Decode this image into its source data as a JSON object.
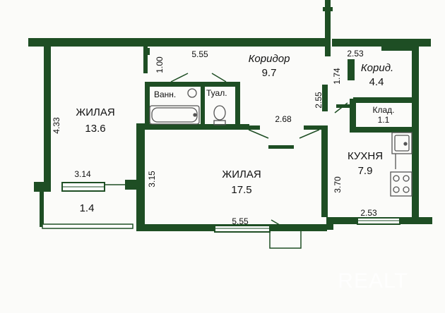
{
  "rooms": [
    {
      "id": "living1",
      "name": "ЖИЛАЯ",
      "area": "13.6",
      "style": "caps"
    },
    {
      "id": "corridor1",
      "name": "Коридор",
      "area": "9.7",
      "style": "italic"
    },
    {
      "id": "bath",
      "name": "Ванн.",
      "area": "",
      "style": "small"
    },
    {
      "id": "toilet",
      "name": "Туал.",
      "area": "",
      "style": "small"
    },
    {
      "id": "corridor2",
      "name": "Корид.",
      "area": "4.4",
      "style": "italic"
    },
    {
      "id": "storage",
      "name": "Клад.",
      "area": "1.1",
      "style": "small"
    },
    {
      "id": "kitchen",
      "name": "КУХНЯ",
      "area": "7.9",
      "style": "caps"
    },
    {
      "id": "living2",
      "name": "ЖИЛАЯ",
      "area": "17.5",
      "style": "caps"
    },
    {
      "id": "balcony",
      "name": "",
      "area": "1.4",
      "style": "caps"
    }
  ],
  "dimensions": {
    "d_100": "1.00",
    "d_555_top": "5.55",
    "d_253_top": "2.53",
    "d_174": "1.74",
    "d_433": "4.33",
    "d_255": "2.55",
    "d_268": "2.68",
    "d_314": "3.14",
    "d_315": "3.15",
    "d_370": "3.70",
    "d_555_bottom": "5.55",
    "d_253_bottom": "2.53"
  },
  "watermark": "REALT",
  "colors": {
    "wall": "#1e4e24",
    "background": "#fbfbf9",
    "window": "#ffffff",
    "fixture": "#555555"
  }
}
